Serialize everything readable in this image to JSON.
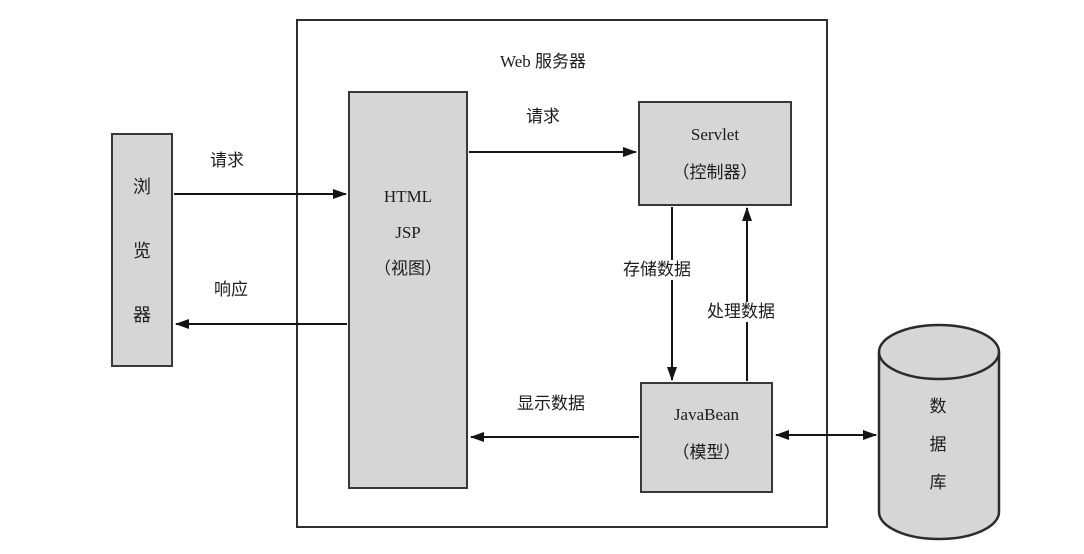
{
  "diagram": {
    "title": "Web 服务器",
    "nodes": {
      "browser": {
        "label": "浏览器",
        "chars": [
          "浏",
          "览",
          "器"
        ]
      },
      "view": {
        "lines": [
          "HTML",
          "JSP",
          "（视图）"
        ]
      },
      "servlet": {
        "lines": [
          "Servlet",
          "（控制器）"
        ]
      },
      "javabean": {
        "lines": [
          "JavaBean",
          "（模型）"
        ]
      },
      "database": {
        "label": "数据库",
        "chars": [
          "数",
          "据",
          "库"
        ]
      }
    },
    "edges": {
      "request_browser_to_view": "请求",
      "response_view_to_browser": "响应",
      "request_view_to_servlet": "请求",
      "store_servlet_to_javabean": "存储数据",
      "process_javabean_to_servlet": "处理数据",
      "display_javabean_to_view": "显示数据",
      "javabean_database_link": ""
    },
    "colors": {
      "background": "#ffffff",
      "node_fill": "#d6d6d6",
      "node_border": "#383838",
      "container_border": "#2e2e2e",
      "line": "#141414"
    }
  }
}
